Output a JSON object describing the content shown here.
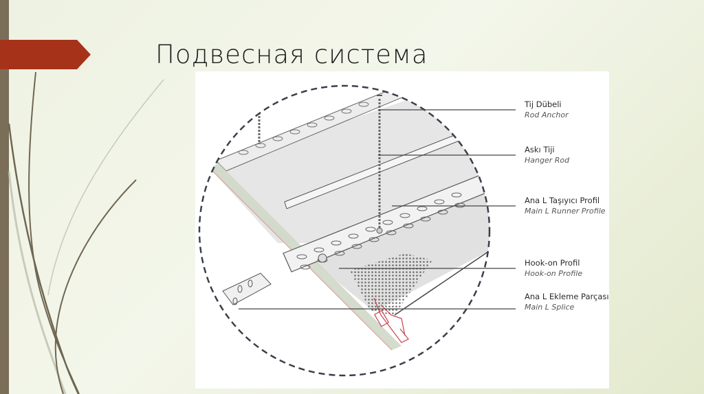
{
  "slide": {
    "title": "Подвесная система",
    "colors": {
      "background": "#eef2e2",
      "left_bar": "#7a6e59",
      "title_arrow": "#a7321a",
      "title_text": "#1c1c1c",
      "splice_red": "#c9404a"
    }
  },
  "figure": {
    "labels": [
      {
        "tr": "Tij Dübeli",
        "en": "Rod Anchor"
      },
      {
        "tr": "Askı Tiji",
        "en": "Hanger Rod"
      },
      {
        "tr": "Ana L Taşıyıcı Profil",
        "en": "Main L Runner Profile"
      },
      {
        "tr": "Hook-on Profil",
        "en": "Hook-on Profile"
      },
      {
        "tr": "Ana L Ekleme Parçası",
        "en": "Main L Splice"
      }
    ]
  }
}
